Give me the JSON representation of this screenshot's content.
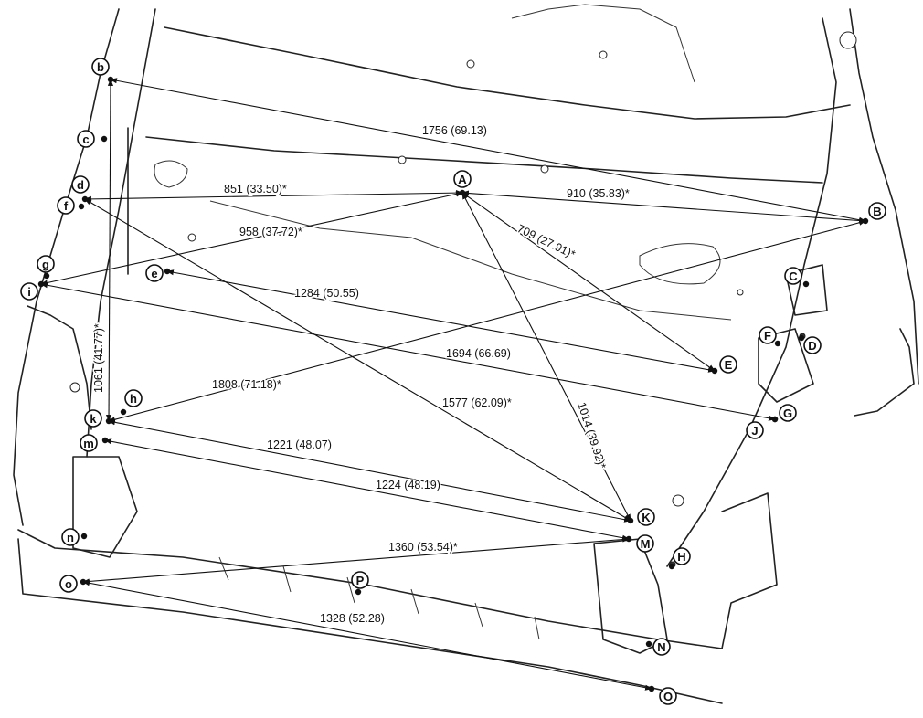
{
  "points": {
    "A": {
      "label": "A"
    },
    "B": {
      "label": "B"
    },
    "C": {
      "label": "C"
    },
    "D": {
      "label": "D"
    },
    "E": {
      "label": "E"
    },
    "F": {
      "label": "F"
    },
    "G": {
      "label": "G"
    },
    "H": {
      "label": "H"
    },
    "J": {
      "label": "J"
    },
    "K": {
      "label": "K"
    },
    "M": {
      "label": "M"
    },
    "N": {
      "label": "N"
    },
    "O": {
      "label": "O"
    },
    "P": {
      "label": "P"
    },
    "b": {
      "label": "b"
    },
    "c": {
      "label": "c"
    },
    "d": {
      "label": "d"
    },
    "e": {
      "label": "e"
    },
    "f": {
      "label": "f"
    },
    "g": {
      "label": "g"
    },
    "h": {
      "label": "h"
    },
    "i": {
      "label": "i"
    },
    "k": {
      "label": "k"
    },
    "m": {
      "label": "m"
    },
    "n": {
      "label": "n"
    },
    "o": {
      "label": "o"
    }
  },
  "dimensions": [
    {
      "id": "b-B",
      "from": "b",
      "to": "B",
      "text": "1756 (69.13)"
    },
    {
      "id": "d-A",
      "from": "d",
      "to": "A",
      "text": "851 (33.50)*"
    },
    {
      "id": "A-B",
      "from": "A",
      "to": "B",
      "text": "910 (35.83)*"
    },
    {
      "id": "i-A",
      "from": "i",
      "to": "A",
      "text": "958 (37.72)*"
    },
    {
      "id": "A-E",
      "from": "A",
      "to": "E",
      "text": "709 (27.91)*"
    },
    {
      "id": "e-E",
      "from": "e",
      "to": "E",
      "text": "1284 (50.55)"
    },
    {
      "id": "i-J",
      "from": "i",
      "to": "J",
      "text": "1694 (66.69)"
    },
    {
      "id": "b-k",
      "from": "b",
      "to": "k",
      "text": "1061 (41.77)*"
    },
    {
      "id": "k-B",
      "from": "k",
      "to": "B",
      "text": "1808 (71.18)*"
    },
    {
      "id": "d-K",
      "from": "d",
      "to": "K",
      "text": "1577 (62.09)*"
    },
    {
      "id": "A-K",
      "from": "A",
      "to": "K",
      "text": "1014 (39.92)*"
    },
    {
      "id": "k-K",
      "from": "k",
      "to": "K",
      "text": "1221 (48.07)"
    },
    {
      "id": "m-M",
      "from": "m",
      "to": "M",
      "text": "1224 (48.19)"
    },
    {
      "id": "o-M",
      "from": "o",
      "to": "M",
      "text": "1360 (53.54)*"
    },
    {
      "id": "o-O",
      "from": "o",
      "to": "O",
      "text": "1328 (52.28)"
    }
  ]
}
